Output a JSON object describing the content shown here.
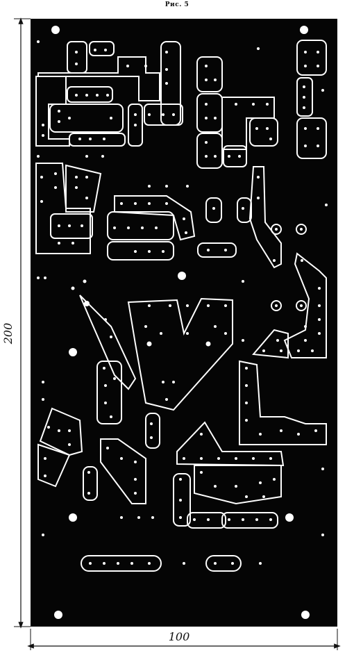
{
  "figure": {
    "caption": "Рис. 5"
  },
  "dimensions": {
    "height_label": "200",
    "width_label": "100"
  },
  "colors": {
    "board": "#050505",
    "trace": "#ffffff",
    "background": "#ffffff"
  }
}
